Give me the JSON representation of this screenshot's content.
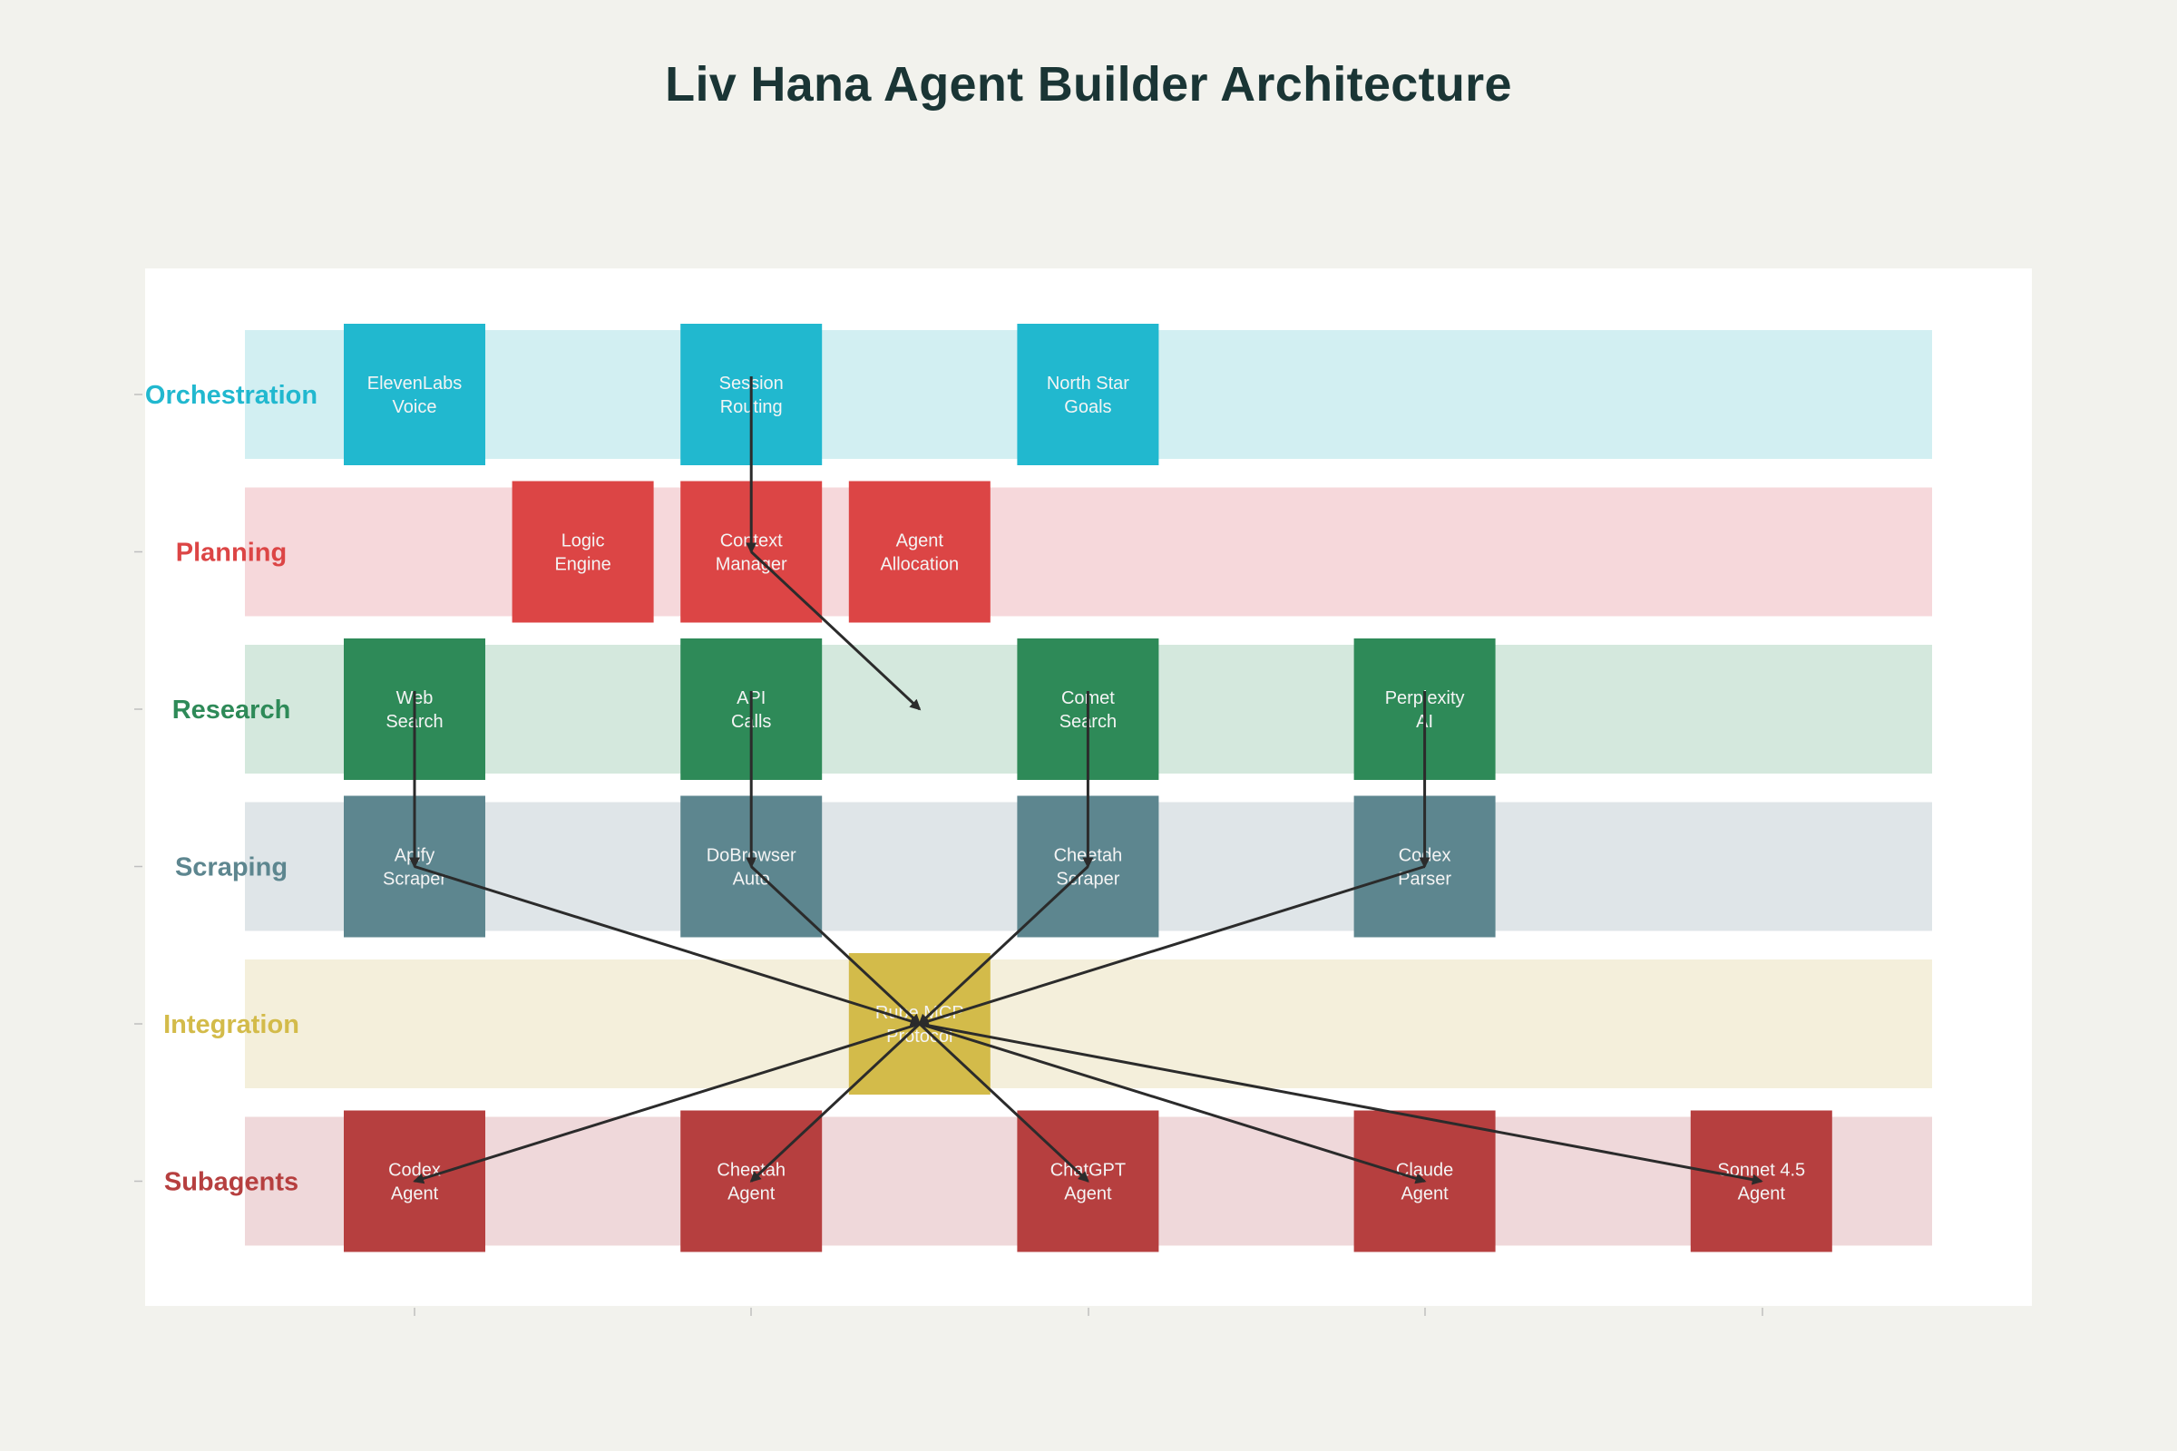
{
  "title": "Liv Hana Agent Builder Architecture",
  "colors": {
    "background": "#f2f2ed",
    "panel": "#ffffff",
    "arrow": "#2b2b2b",
    "title": "#1a3535"
  },
  "lanes": [
    {
      "id": "orchestration",
      "label": "Orchestration",
      "color": "#21b8cf",
      "band": "#d2eff2",
      "text": "#21b8cf"
    },
    {
      "id": "planning",
      "label": "Planning",
      "color": "#dc4545",
      "band": "#f6d8db",
      "text": "#dc4545"
    },
    {
      "id": "research",
      "label": "Research",
      "color": "#2e8a58",
      "band": "#d4e8dd",
      "text": "#2e8a58"
    },
    {
      "id": "scraping",
      "label": "Scraping",
      "color": "#5d868f",
      "band": "#dfe5e8",
      "text": "#5d868f"
    },
    {
      "id": "integration",
      "label": "Integration",
      "color": "#d3bb4a",
      "band": "#f4efdb",
      "text": "#d3bb4a"
    },
    {
      "id": "subagents",
      "label": "Subagents",
      "color": "#b63f3f",
      "band": "#efd8da",
      "text": "#b63f3f"
    }
  ],
  "nodes": [
    {
      "id": "elevenlabs",
      "lane": 0,
      "col": 0,
      "lines": [
        "ElevenLabs",
        "Voice"
      ]
    },
    {
      "id": "session-routing",
      "lane": 0,
      "col": 2,
      "lines": [
        "Session",
        "Routing"
      ]
    },
    {
      "id": "north-star",
      "lane": 0,
      "col": 4,
      "lines": [
        "North Star",
        "Goals"
      ]
    },
    {
      "id": "logic-engine",
      "lane": 1,
      "col": 1,
      "lines": [
        "Logic",
        "Engine"
      ]
    },
    {
      "id": "context-manager",
      "lane": 1,
      "col": 2,
      "lines": [
        "Context",
        "Manager"
      ]
    },
    {
      "id": "agent-allocation",
      "lane": 1,
      "col": 3,
      "lines": [
        "Agent",
        "Allocation"
      ]
    },
    {
      "id": "web-search",
      "lane": 2,
      "col": 0,
      "lines": [
        "Web",
        "Search"
      ]
    },
    {
      "id": "api-calls",
      "lane": 2,
      "col": 2,
      "lines": [
        "API",
        "Calls"
      ]
    },
    {
      "id": "comet-search",
      "lane": 2,
      "col": 4,
      "lines": [
        "Comet",
        "Search"
      ]
    },
    {
      "id": "perplexity",
      "lane": 2,
      "col": 6,
      "lines": [
        "Perplexity",
        "AI"
      ]
    },
    {
      "id": "apify",
      "lane": 3,
      "col": 0,
      "lines": [
        "Apify",
        "Scraper"
      ]
    },
    {
      "id": "dobrowser",
      "lane": 3,
      "col": 2,
      "lines": [
        "DoBrowser",
        "Auto"
      ]
    },
    {
      "id": "cheetah-scraper",
      "lane": 3,
      "col": 4,
      "lines": [
        "Cheetah",
        "Scraper"
      ]
    },
    {
      "id": "codex-parser",
      "lane": 3,
      "col": 6,
      "lines": [
        "Codex",
        "Parser"
      ]
    },
    {
      "id": "mcp",
      "lane": 4,
      "col": 3,
      "lines": [
        "Rube MCP",
        "Protocol"
      ]
    },
    {
      "id": "codex-agent",
      "lane": 5,
      "col": 0,
      "lines": [
        "Codex",
        "Agent"
      ]
    },
    {
      "id": "cheetah-agent",
      "lane": 5,
      "col": 2,
      "lines": [
        "Cheetah",
        "Agent"
      ]
    },
    {
      "id": "chatgpt-agent",
      "lane": 5,
      "col": 4,
      "lines": [
        "ChatGPT",
        "Agent"
      ]
    },
    {
      "id": "claude-agent",
      "lane": 5,
      "col": 6,
      "lines": [
        "Claude",
        "Agent"
      ]
    },
    {
      "id": "sonnet-agent",
      "lane": 5,
      "col": 8,
      "lines": [
        "Sonnet 4.5",
        "Agent"
      ]
    }
  ],
  "edges": [
    {
      "from": "session-routing",
      "to": "context-manager"
    },
    {
      "from": "context-manager",
      "to": "research-mid"
    },
    {
      "from": "web-search",
      "to": "apify"
    },
    {
      "from": "api-calls",
      "to": "dobrowser"
    },
    {
      "from": "comet-search",
      "to": "cheetah-scraper"
    },
    {
      "from": "perplexity",
      "to": "codex-parser"
    },
    {
      "from": "apify",
      "to": "mcp"
    },
    {
      "from": "dobrowser",
      "to": "mcp"
    },
    {
      "from": "cheetah-scraper",
      "to": "mcp"
    },
    {
      "from": "codex-parser",
      "to": "mcp"
    },
    {
      "from": "mcp",
      "to": "codex-agent"
    },
    {
      "from": "mcp",
      "to": "cheetah-agent"
    },
    {
      "from": "mcp",
      "to": "chatgpt-agent"
    },
    {
      "from": "mcp",
      "to": "claude-agent"
    },
    {
      "from": "mcp",
      "to": "sonnet-agent"
    }
  ]
}
